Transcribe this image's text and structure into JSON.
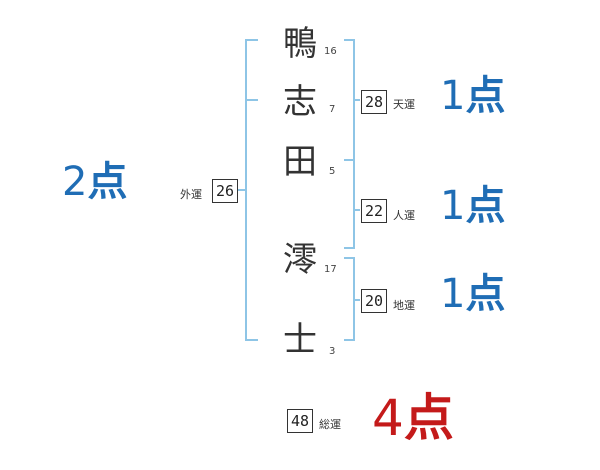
{
  "name_chars": [
    {
      "char": "鴨",
      "strokes": "16"
    },
    {
      "char": "志",
      "strokes": "7"
    },
    {
      "char": "田",
      "strokes": "5"
    },
    {
      "char": "澪",
      "strokes": "17"
    },
    {
      "char": "士",
      "strokes": "3"
    }
  ],
  "unsei": {
    "gaiun": {
      "label": "外運",
      "value": "26",
      "score_num": "2",
      "score_unit": "点"
    },
    "tenun": {
      "label": "天運",
      "value": "28",
      "score_num": "1",
      "score_unit": "点"
    },
    "jinun": {
      "label": "人運",
      "value": "22",
      "score_num": "1",
      "score_unit": "点"
    },
    "chiun": {
      "label": "地運",
      "value": "20",
      "score_num": "1",
      "score_unit": "点"
    },
    "souun": {
      "label": "総運",
      "value": "48",
      "score_num": "4",
      "score_unit": "点"
    }
  },
  "colors": {
    "bracket": "#8ec5e6",
    "score_blue": "#1f6db5",
    "score_red": "#c41a1a",
    "text": "#333333"
  }
}
